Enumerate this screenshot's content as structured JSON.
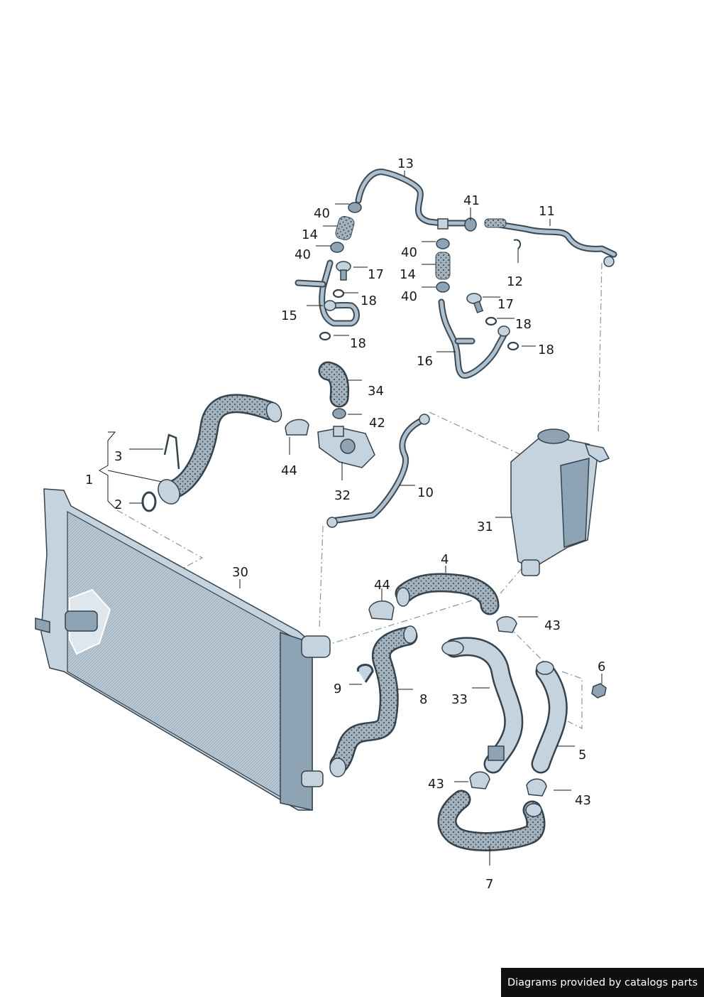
{
  "diagram": {
    "callouts": [
      {
        "id": "1",
        "text": "1"
      },
      {
        "id": "2",
        "text": "2"
      },
      {
        "id": "3",
        "text": "3"
      },
      {
        "id": "4",
        "text": "4"
      },
      {
        "id": "5",
        "text": "5"
      },
      {
        "id": "6",
        "text": "6"
      },
      {
        "id": "7",
        "text": "7"
      },
      {
        "id": "8",
        "text": "8"
      },
      {
        "id": "9",
        "text": "9"
      },
      {
        "id": "10",
        "text": "10"
      },
      {
        "id": "11",
        "text": "11"
      },
      {
        "id": "12",
        "text": "12"
      },
      {
        "id": "13",
        "text": "13"
      },
      {
        "id": "14a",
        "text": "14"
      },
      {
        "id": "14b",
        "text": "14"
      },
      {
        "id": "15",
        "text": "15"
      },
      {
        "id": "16",
        "text": "16"
      },
      {
        "id": "17a",
        "text": "17"
      },
      {
        "id": "17b",
        "text": "17"
      },
      {
        "id": "18a",
        "text": "18"
      },
      {
        "id": "18b",
        "text": "18"
      },
      {
        "id": "18c",
        "text": "18"
      },
      {
        "id": "18d",
        "text": "18"
      },
      {
        "id": "30",
        "text": "30"
      },
      {
        "id": "31",
        "text": "31"
      },
      {
        "id": "32",
        "text": "32"
      },
      {
        "id": "33",
        "text": "33"
      },
      {
        "id": "34",
        "text": "34"
      },
      {
        "id": "40a",
        "text": "40"
      },
      {
        "id": "40b",
        "text": "40"
      },
      {
        "id": "40c",
        "text": "40"
      },
      {
        "id": "40d",
        "text": "40"
      },
      {
        "id": "41",
        "text": "41"
      },
      {
        "id": "42",
        "text": "42"
      },
      {
        "id": "43a",
        "text": "43"
      },
      {
        "id": "43b",
        "text": "43"
      },
      {
        "id": "43c",
        "text": "43"
      },
      {
        "id": "44a",
        "text": "44"
      },
      {
        "id": "44b",
        "text": "44"
      }
    ]
  },
  "colors": {
    "part_fill": "#c5d3de",
    "part_stroke": "#34434e",
    "hose_fill": "#9aa9b4",
    "radiator_fill": "#b7c7d4",
    "dash_line": "#7d98ad",
    "badge_bg": "#0f0f0f"
  },
  "footer": {
    "text": "Diagrams provided by catalogs parts"
  }
}
